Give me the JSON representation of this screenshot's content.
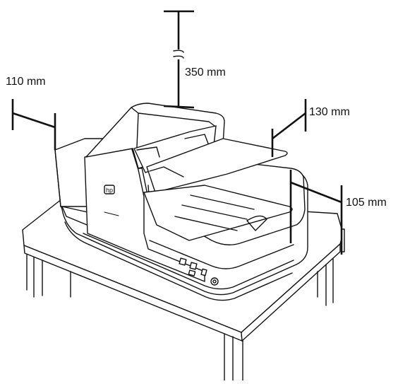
{
  "dimensions": {
    "top_clearance": "350 mm",
    "left_clearance": "110 mm",
    "rear_clearance": "130 mm",
    "right_clearance": "105 mm"
  },
  "device": {
    "logo": "hp"
  },
  "colors": {
    "line": "#111111",
    "background": "#ffffff"
  }
}
